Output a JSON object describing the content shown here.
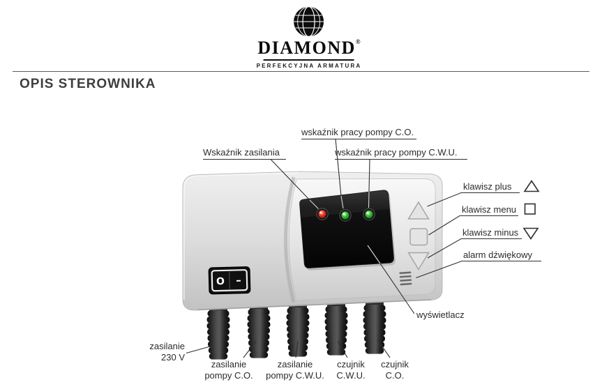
{
  "brand": {
    "name": "DIAMOND",
    "registered_mark": "®",
    "tagline": "PERFEKCYJNA ARMATURA"
  },
  "page": {
    "title": "OPIS STEROWNIKA"
  },
  "callouts": {
    "pump_co_indicator": "wskaźnik pracy pompy C.O.",
    "power_indicator": "Wskaźnik zasilania",
    "pump_cwu_indicator": "wskaźnik pracy pompy C.W.U.",
    "plus_key": "klawisz plus",
    "menu_key": "klawisz menu",
    "minus_key": "klawisz minus",
    "buzzer": "alarm dźwiękowy",
    "display": "wyświetlacz",
    "mains_supply": [
      "zasilanie",
      "230 V"
    ],
    "pump_co_supply": [
      "zasilanie",
      "pompy C.O."
    ],
    "pump_cwu_supply": [
      "zasilanie",
      "pompy C.W.U."
    ],
    "cwu_sensor": [
      "czujnik",
      "C.W.U."
    ],
    "co_sensor": [
      "czujnik",
      "C.O."
    ]
  },
  "device": {
    "switch_off_symbol": "O",
    "switch_on_symbol": "–"
  },
  "colors": {
    "led_power": "#e63322",
    "led_pump_co": "#35b535",
    "led_pump_cwu": "#35b535",
    "display_background": "#0a0a0a",
    "body_plastic": "#dcdcdc"
  }
}
